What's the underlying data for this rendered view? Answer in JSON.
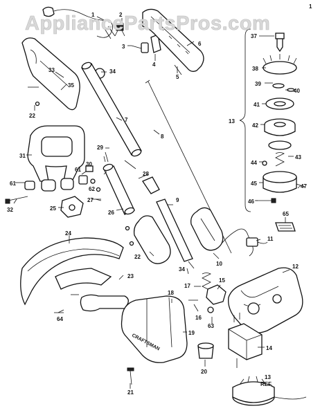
{
  "watermark": "AppliancePartsPros.com",
  "brand_text": "CRAFTSMAN",
  "corner_mark": "1",
  "ref_text": "REF.",
  "labels": [
    "1",
    "2",
    "3",
    "4",
    "5",
    "6",
    "7",
    "8",
    "9",
    "10",
    "11",
    "12",
    "13",
    "13",
    "14",
    "15",
    "16",
    "17",
    "18",
    "19",
    "20",
    "21",
    "22",
    "22",
    "23",
    "24",
    "25",
    "26",
    "27",
    "28",
    "29",
    "30",
    "31",
    "32",
    "33",
    "34",
    "34",
    "35",
    "37",
    "38",
    "39",
    "40",
    "41",
    "42",
    "43",
    "44",
    "45",
    "46",
    "47",
    "61",
    "61",
    "62",
    "63",
    "64",
    "65"
  ]
}
